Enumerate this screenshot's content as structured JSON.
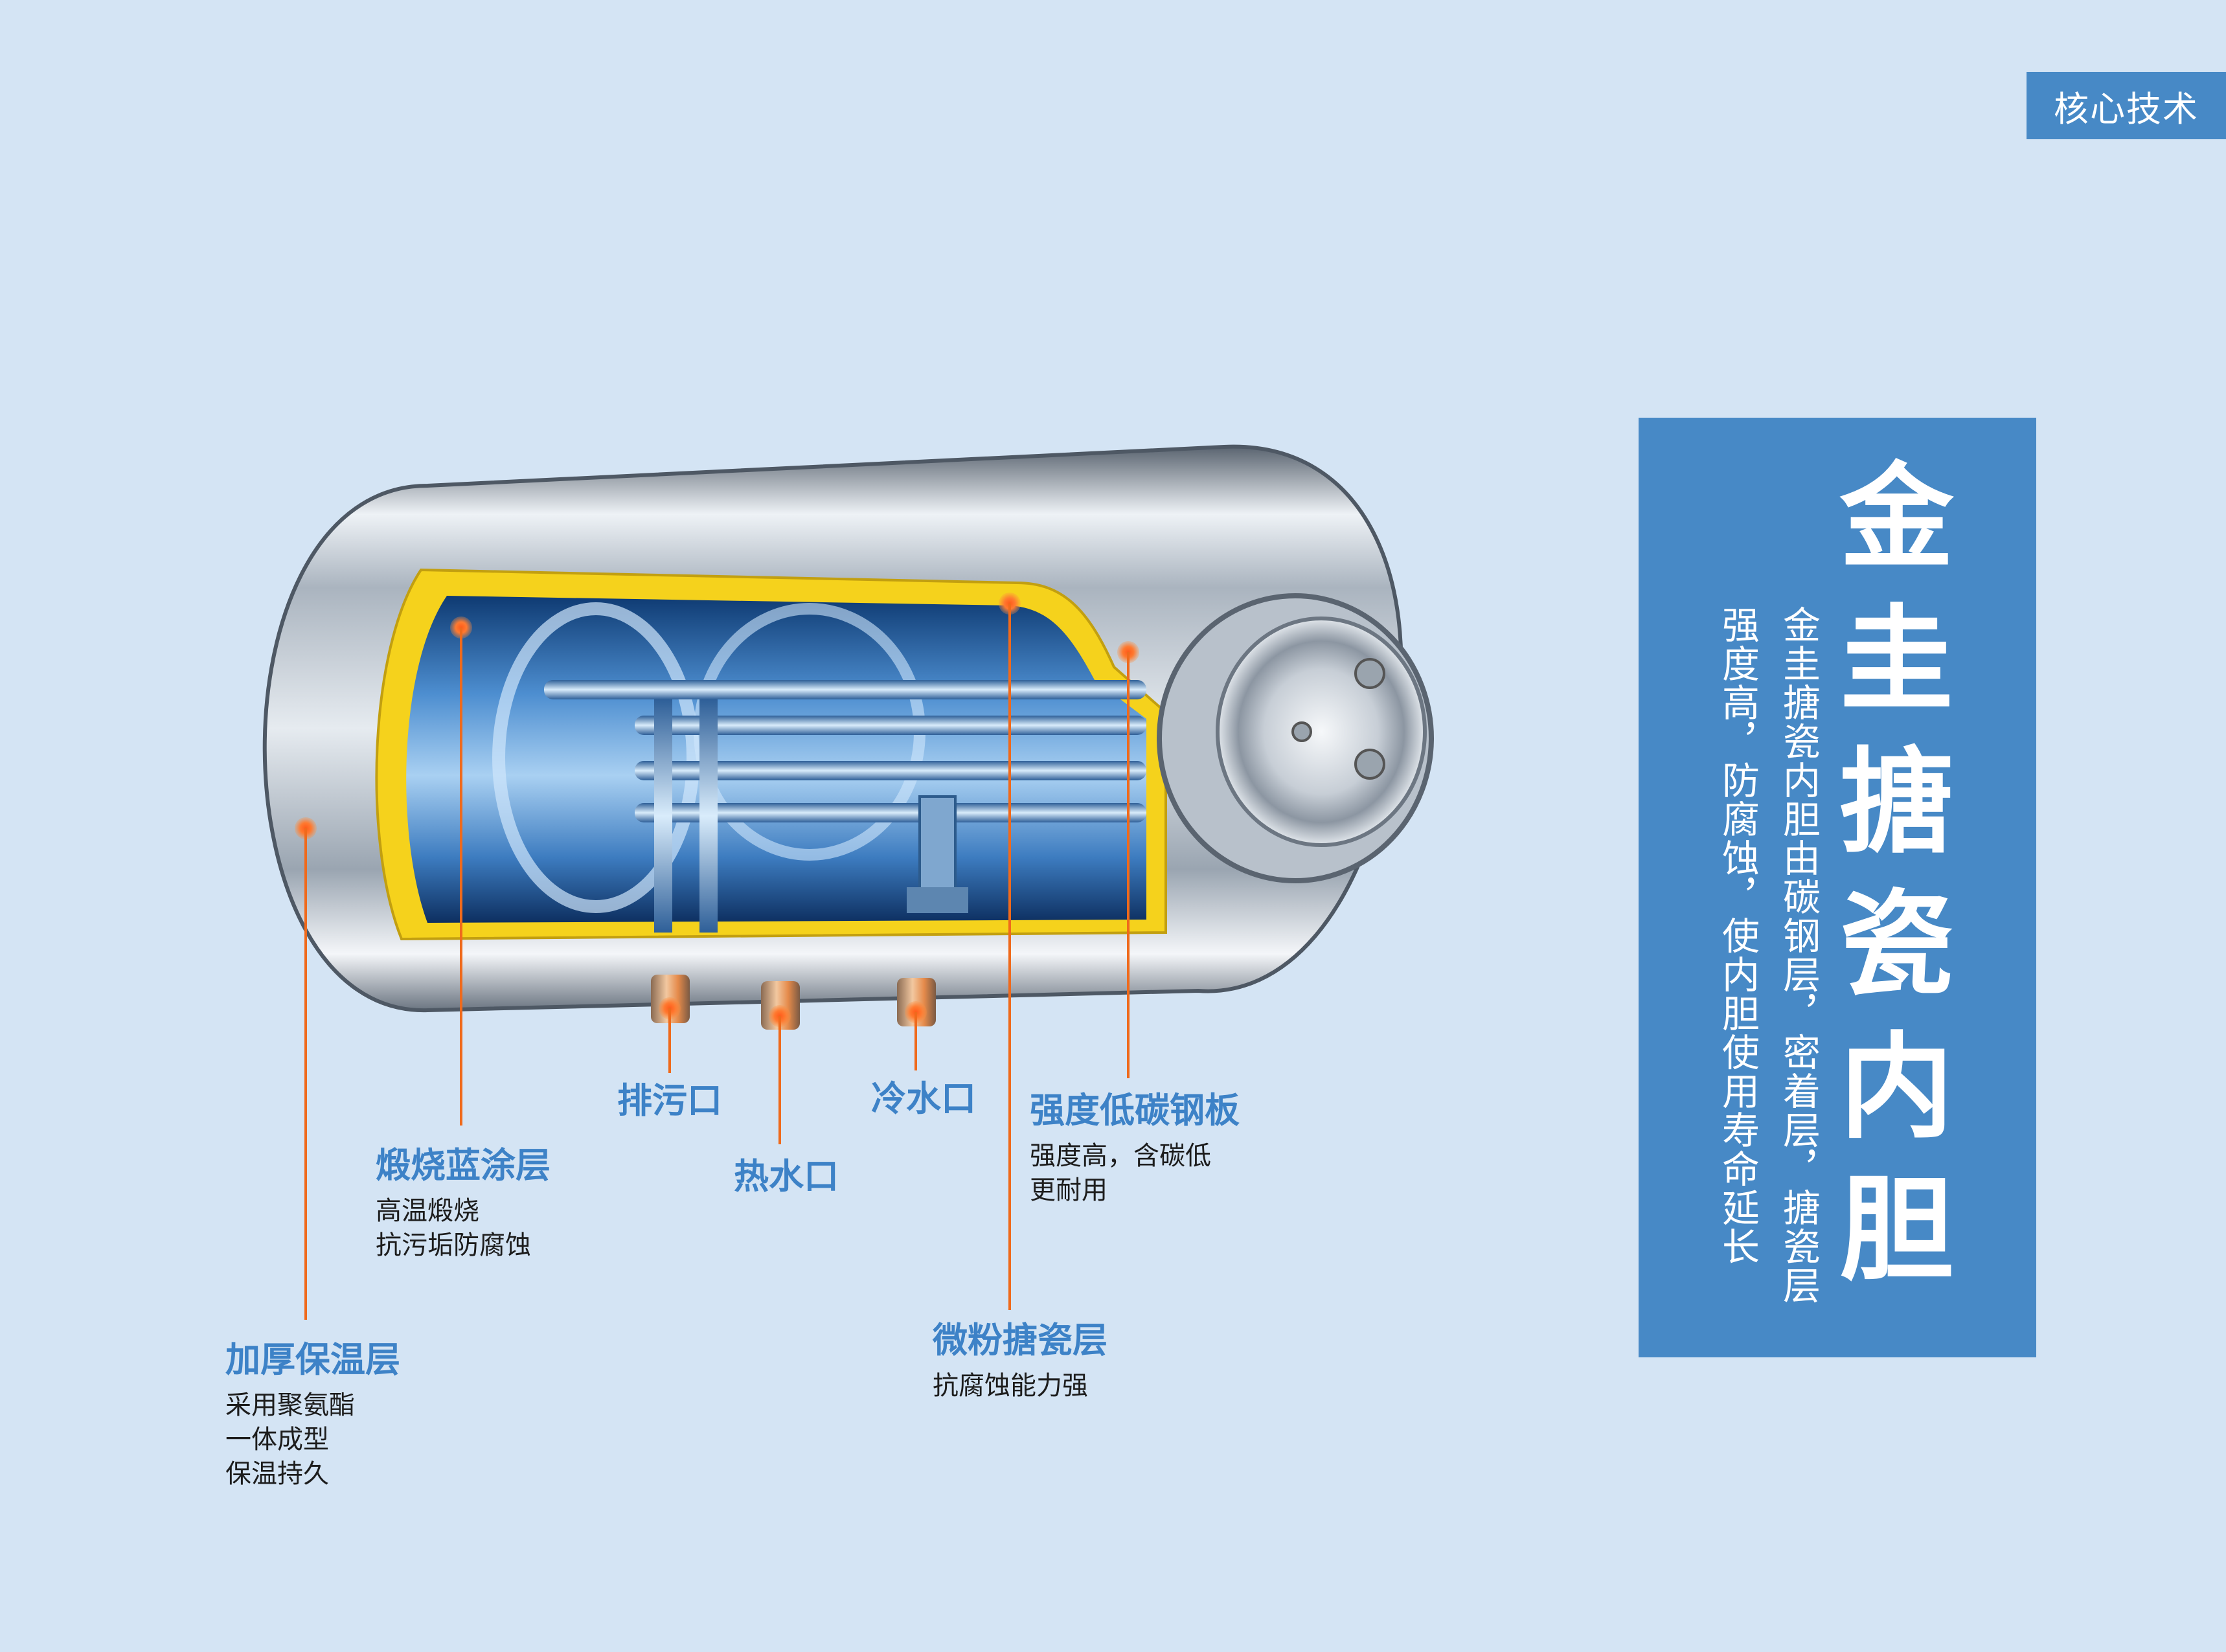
{
  "badge": {
    "text": "核心技术"
  },
  "panel": {
    "title": "金圭搪瓷内胆",
    "description": [
      "金圭搪瓷内胆由碳钢层，密着层，搪瓷层",
      "强度高，防腐蚀，使内胆使用寿命延长"
    ]
  },
  "callouts": {
    "insulation": {
      "title": "加厚保温层",
      "lines": [
        "采用聚氨酯",
        "一体成型",
        "保温持久"
      ]
    },
    "blue_coating": {
      "title": "煅烧蓝涂层",
      "lines": [
        "高温煅烧",
        "抗污垢防腐蚀"
      ]
    },
    "drain": {
      "title": "排污口"
    },
    "hot_water": {
      "title": "热水口"
    },
    "cold_water": {
      "title": "冷水口"
    },
    "steel_plate": {
      "title": "强度低碳钢板",
      "lines": [
        "强度高，含碳低",
        "更耐用"
      ]
    },
    "enamel_layer": {
      "title": "微粉搪瓷层",
      "lines": [
        "抗腐蚀能力强"
      ]
    }
  },
  "colors": {
    "background": "#d4e4f4",
    "accent_blue": "#4789c6",
    "label_blue": "#3d82c7",
    "leader_orange": "#ef6a1c",
    "coating_yellow": "#f5d21c"
  }
}
